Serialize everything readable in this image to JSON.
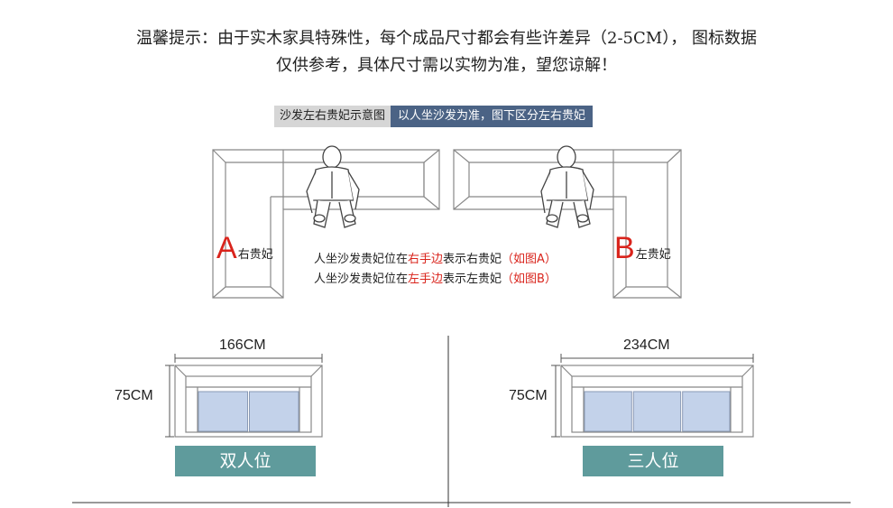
{
  "notice": {
    "line1": "温馨提示：由于实木家具特殊性，每个成品尺寸都会有些许差异（2-5CM），  图标数据",
    "line2": "仅供参考，具体尺寸需以实物为准，望您谅解！"
  },
  "banner": {
    "left": "沙发左右贵妃示意图",
    "right": "以人坐沙发为准，图下区分左右贵妃"
  },
  "diagram_a": {
    "letter": "A",
    "label": "右贵妃"
  },
  "diagram_b": {
    "letter": "B",
    "label": "左贵妃"
  },
  "legend": [
    {
      "before": "人坐沙发贵妃位在",
      "highlight": "右手边",
      "after": "表示右贵妃",
      "ref": "（如图A）"
    },
    {
      "before": "人坐沙发贵妃位在",
      "highlight": "左手边",
      "after": "表示左贵妃",
      "ref": "（如图B）"
    }
  ],
  "sofas": [
    {
      "width": "166CM",
      "depth": "75CM",
      "label": "双人位",
      "seats": 2
    },
    {
      "width": "234CM",
      "depth": "75CM",
      "label": "三人位",
      "seats": 3
    }
  ],
  "colors": {
    "accent_red": "#d9241c",
    "banner_blue": "#4b6385",
    "label_teal": "#5f9b9c",
    "cushion_blue": "#c3d2ea"
  }
}
